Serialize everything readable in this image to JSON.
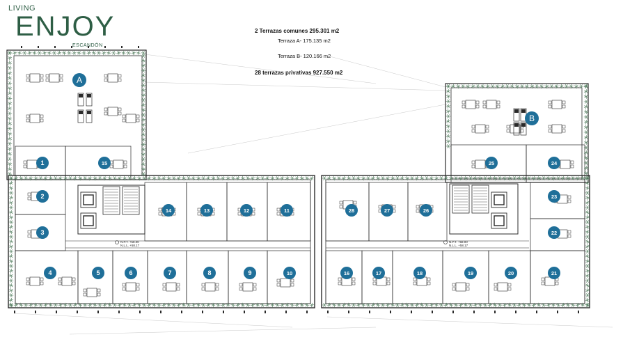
{
  "brand": {
    "top_line": "LIVING",
    "name": "ENJOY",
    "location": "ESCANDÓN"
  },
  "notes": {
    "common_terraces": "2 Terrazas comunes 295.301 m2",
    "terrace_a": "Terraza A-  175.135 m2",
    "terrace_b": "Terraza B- 120.166 m2",
    "private_terraces": "28 terrazas privativas 927.550 m2"
  },
  "terraces": {
    "a": {
      "label": "A"
    },
    "b": {
      "label": "B"
    }
  },
  "units": [
    {
      "number": "1"
    },
    {
      "number": "2"
    },
    {
      "number": "3"
    },
    {
      "number": "4"
    },
    {
      "number": "5"
    },
    {
      "number": "6"
    },
    {
      "number": "7"
    },
    {
      "number": "8"
    },
    {
      "number": "9"
    },
    {
      "number": "10"
    },
    {
      "number": "11"
    },
    {
      "number": "12"
    },
    {
      "number": "13"
    },
    {
      "number": "14"
    },
    {
      "number": "15"
    },
    {
      "number": "16"
    },
    {
      "number": "17"
    },
    {
      "number": "18"
    },
    {
      "number": "19"
    },
    {
      "number": "20"
    },
    {
      "number": "21"
    },
    {
      "number": "22"
    },
    {
      "number": "23"
    },
    {
      "number": "24"
    },
    {
      "number": "25"
    },
    {
      "number": "26"
    },
    {
      "number": "27"
    },
    {
      "number": "28"
    }
  ],
  "level_marks": {
    "left": {
      "npt": "N.P.T. +58.00",
      "nll": "N.L.L. +58.17"
    },
    "right": {
      "npt": "N.P.T. +58.00",
      "nll": "N.L.L. +58.17"
    }
  },
  "colors": {
    "brand_green": "#2e5e45",
    "marker_blue": "#1f6f99",
    "wall": "#2a2a2a",
    "plant": "#4d7a5a"
  }
}
